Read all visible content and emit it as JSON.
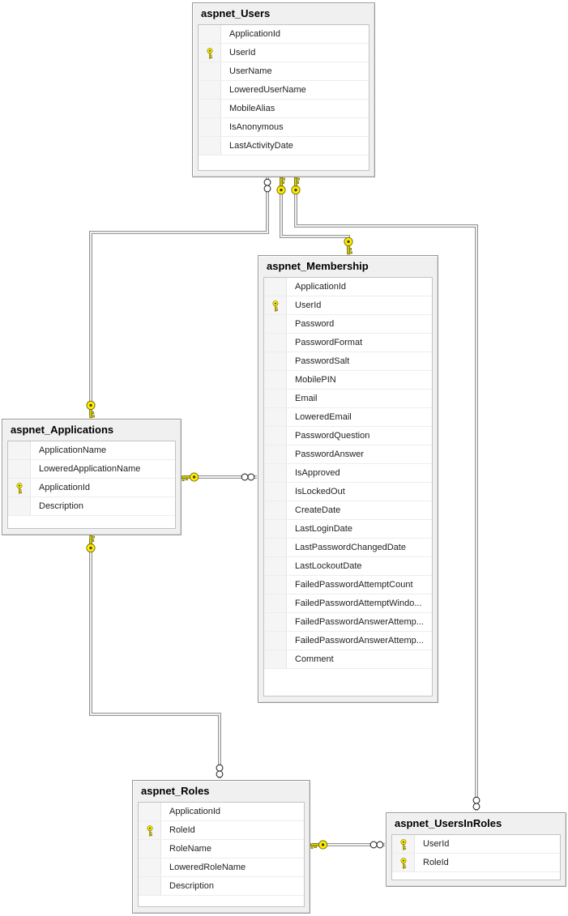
{
  "diagram": {
    "tables": [
      {
        "name": "aspnet_Users",
        "columns": [
          {
            "name": "ApplicationId",
            "key": false
          },
          {
            "name": "UserId",
            "key": true
          },
          {
            "name": "UserName",
            "key": false
          },
          {
            "name": "LoweredUserName",
            "key": false
          },
          {
            "name": "MobileAlias",
            "key": false
          },
          {
            "name": "IsAnonymous",
            "key": false
          },
          {
            "name": "LastActivityDate",
            "key": false
          }
        ]
      },
      {
        "name": "aspnet_Membership",
        "columns": [
          {
            "name": "ApplicationId",
            "key": false
          },
          {
            "name": "UserId",
            "key": true
          },
          {
            "name": "Password",
            "key": false
          },
          {
            "name": "PasswordFormat",
            "key": false
          },
          {
            "name": "PasswordSalt",
            "key": false
          },
          {
            "name": "MobilePIN",
            "key": false
          },
          {
            "name": "Email",
            "key": false
          },
          {
            "name": "LoweredEmail",
            "key": false
          },
          {
            "name": "PasswordQuestion",
            "key": false
          },
          {
            "name": "PasswordAnswer",
            "key": false
          },
          {
            "name": "IsApproved",
            "key": false
          },
          {
            "name": "IsLockedOut",
            "key": false
          },
          {
            "name": "CreateDate",
            "key": false
          },
          {
            "name": "LastLoginDate",
            "key": false
          },
          {
            "name": "LastPasswordChangedDate",
            "key": false
          },
          {
            "name": "LastLockoutDate",
            "key": false
          },
          {
            "name": "FailedPasswordAttemptCount",
            "key": false
          },
          {
            "name": "FailedPasswordAttemptWindo...",
            "key": false
          },
          {
            "name": "FailedPasswordAnswerAttemp...",
            "key": false
          },
          {
            "name": "FailedPasswordAnswerAttemp...",
            "key": false
          },
          {
            "name": "Comment",
            "key": false
          }
        ]
      },
      {
        "name": "aspnet_Applications",
        "columns": [
          {
            "name": "ApplicationName",
            "key": false
          },
          {
            "name": "LoweredApplicationName",
            "key": false
          },
          {
            "name": "ApplicationId",
            "key": true
          },
          {
            "name": "Description",
            "key": false
          }
        ]
      },
      {
        "name": "aspnet_Roles",
        "columns": [
          {
            "name": "ApplicationId",
            "key": false
          },
          {
            "name": "RoleId",
            "key": true
          },
          {
            "name": "RoleName",
            "key": false
          },
          {
            "name": "LoweredRoleName",
            "key": false
          },
          {
            "name": "Description",
            "key": false
          }
        ]
      },
      {
        "name": "aspnet_UsersInRoles",
        "columns": [
          {
            "name": "UserId",
            "key": true
          },
          {
            "name": "RoleId",
            "key": true
          }
        ]
      }
    ],
    "relationships": [
      {
        "one_side": "aspnet_Applications",
        "many_side": "aspnet_Users",
        "type": "one-to-many"
      },
      {
        "one_side": "aspnet_Users",
        "many_side": "aspnet_Membership",
        "type": "one-to-one"
      },
      {
        "one_side": "aspnet_Users",
        "many_side": "aspnet_UsersInRoles",
        "type": "one-to-many"
      },
      {
        "one_side": "aspnet_Applications",
        "many_side": "aspnet_Membership",
        "type": "one-to-many"
      },
      {
        "one_side": "aspnet_Applications",
        "many_side": "aspnet_Roles",
        "type": "one-to-many"
      },
      {
        "one_side": "aspnet_Roles",
        "many_side": "aspnet_UsersInRoles",
        "type": "one-to-many"
      }
    ],
    "colors": {
      "primary_key_yellow": "#ffee00",
      "key_outline": "#6f6b07",
      "relationship_line": "#868686",
      "table_background": "#f0f0f0",
      "table_border": "#979797"
    }
  }
}
